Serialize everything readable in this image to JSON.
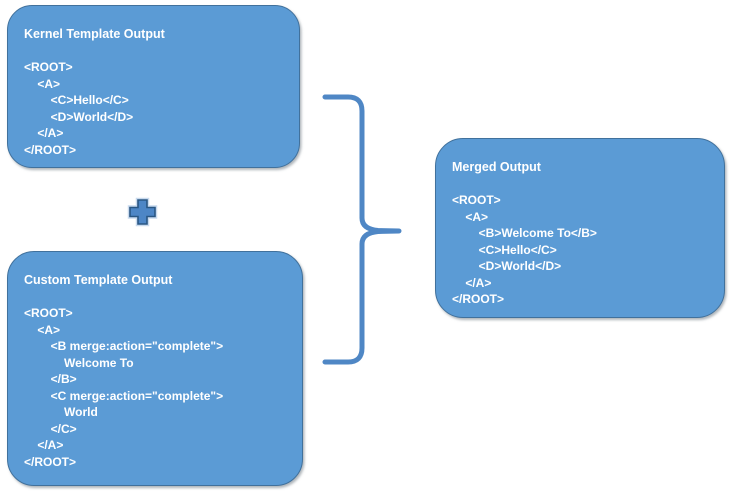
{
  "boxes": {
    "kernel": {
      "title": "Kernel Template Output",
      "code": "<ROOT>\n    <A>\n        <C>Hello</C>\n        <D>World</D>\n    </A>\n</ROOT>"
    },
    "custom": {
      "title": "Custom Template Output",
      "code": "<ROOT>\n    <A>\n        <B merge:action=\"complete\">\n            Welcome To\n        </B>\n        <C merge:action=\"complete\">\n            World\n        </C>\n    </A>\n</ROOT>"
    },
    "merged": {
      "title": "Merged Output",
      "code": "<ROOT>\n    <A>\n        <B>Welcome To</B>\n        <C>Hello</C>\n        <D>World</D>\n    </A>\n</ROOT>"
    }
  },
  "icons": {
    "plus": "plus-icon",
    "brace": "right-curly-brace-icon"
  },
  "colors": {
    "background": "#FFFFFF",
    "box_fill": "#5B9BD5",
    "box_border": "#41719C",
    "box_text": "#FFFFFF",
    "brace_stroke": "#4F87C5",
    "plus_fill": "#4D86C6",
    "plus_border": "#2A5784",
    "plus_halo": "#C9DAEE"
  }
}
